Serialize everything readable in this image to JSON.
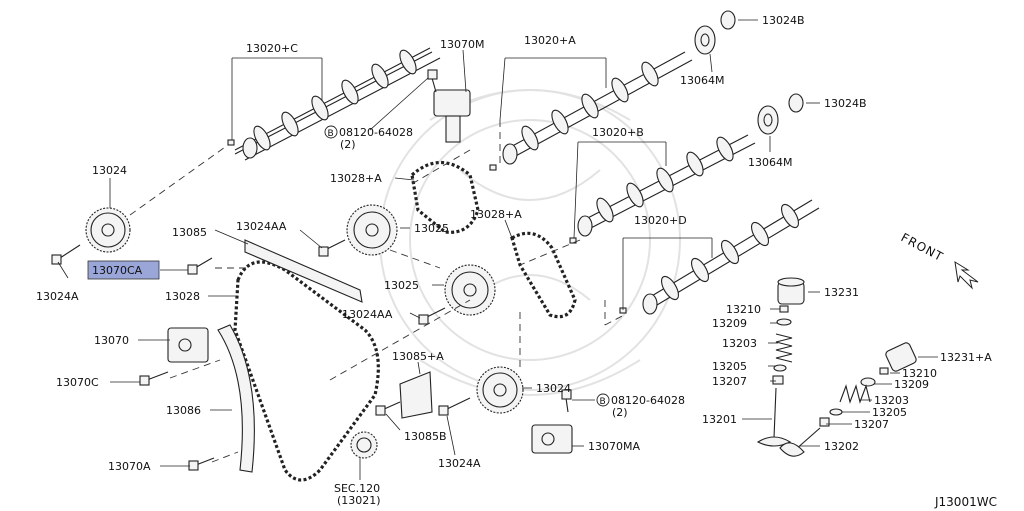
{
  "diagram": {
    "code": "J13001WC",
    "front_label": "FRONT",
    "highlight_color": "#9aa6d8",
    "labels": {
      "13020_c": "13020+C",
      "13070m": "13070M",
      "13020_a": "13020+A",
      "13024b_top": "13024B",
      "13064m_top": "13064M",
      "bolt_08120_top": "08120-64028",
      "bolt_08120_top_qty": "(2)",
      "13020_b": "13020+B",
      "13024b_mid": "13024B",
      "13064m_mid": "13064M",
      "13028_a_left": "13028+A",
      "13024_top": "13024",
      "13028_a_right": "13028+A",
      "13024aa_top": "13024AA",
      "13085": "13085",
      "13025_top": "13025",
      "13020_d": "13020+D",
      "13070ca": "13070CA",
      "13024a_left": "13024A",
      "13028": "13028",
      "13025_mid": "13025",
      "13231": "13231",
      "13210": "13210",
      "13209": "13209",
      "13024aa_mid": "13024AA",
      "13070": "13070",
      "13203": "13203",
      "13085_a": "13085+A",
      "13231_a": "13231+A",
      "13205": "13205",
      "13210_r": "13210",
      "13070c": "13070C",
      "13207": "13207",
      "13209_r": "13209",
      "13024_bot": "13024",
      "bolt_08120_bot": "08120-64028",
      "bolt_08120_bot_qty": "(2)",
      "13203_r": "13203",
      "13086": "13086",
      "13201": "13201",
      "13205_r": "13205",
      "13207_r": "13207",
      "13085b": "13085B",
      "13070ma": "13070MA",
      "13202": "13202",
      "13070a": "13070A",
      "13024a_bot": "13024A",
      "sec120": "SEC.120",
      "sec120_ref": "(13021)"
    }
  }
}
